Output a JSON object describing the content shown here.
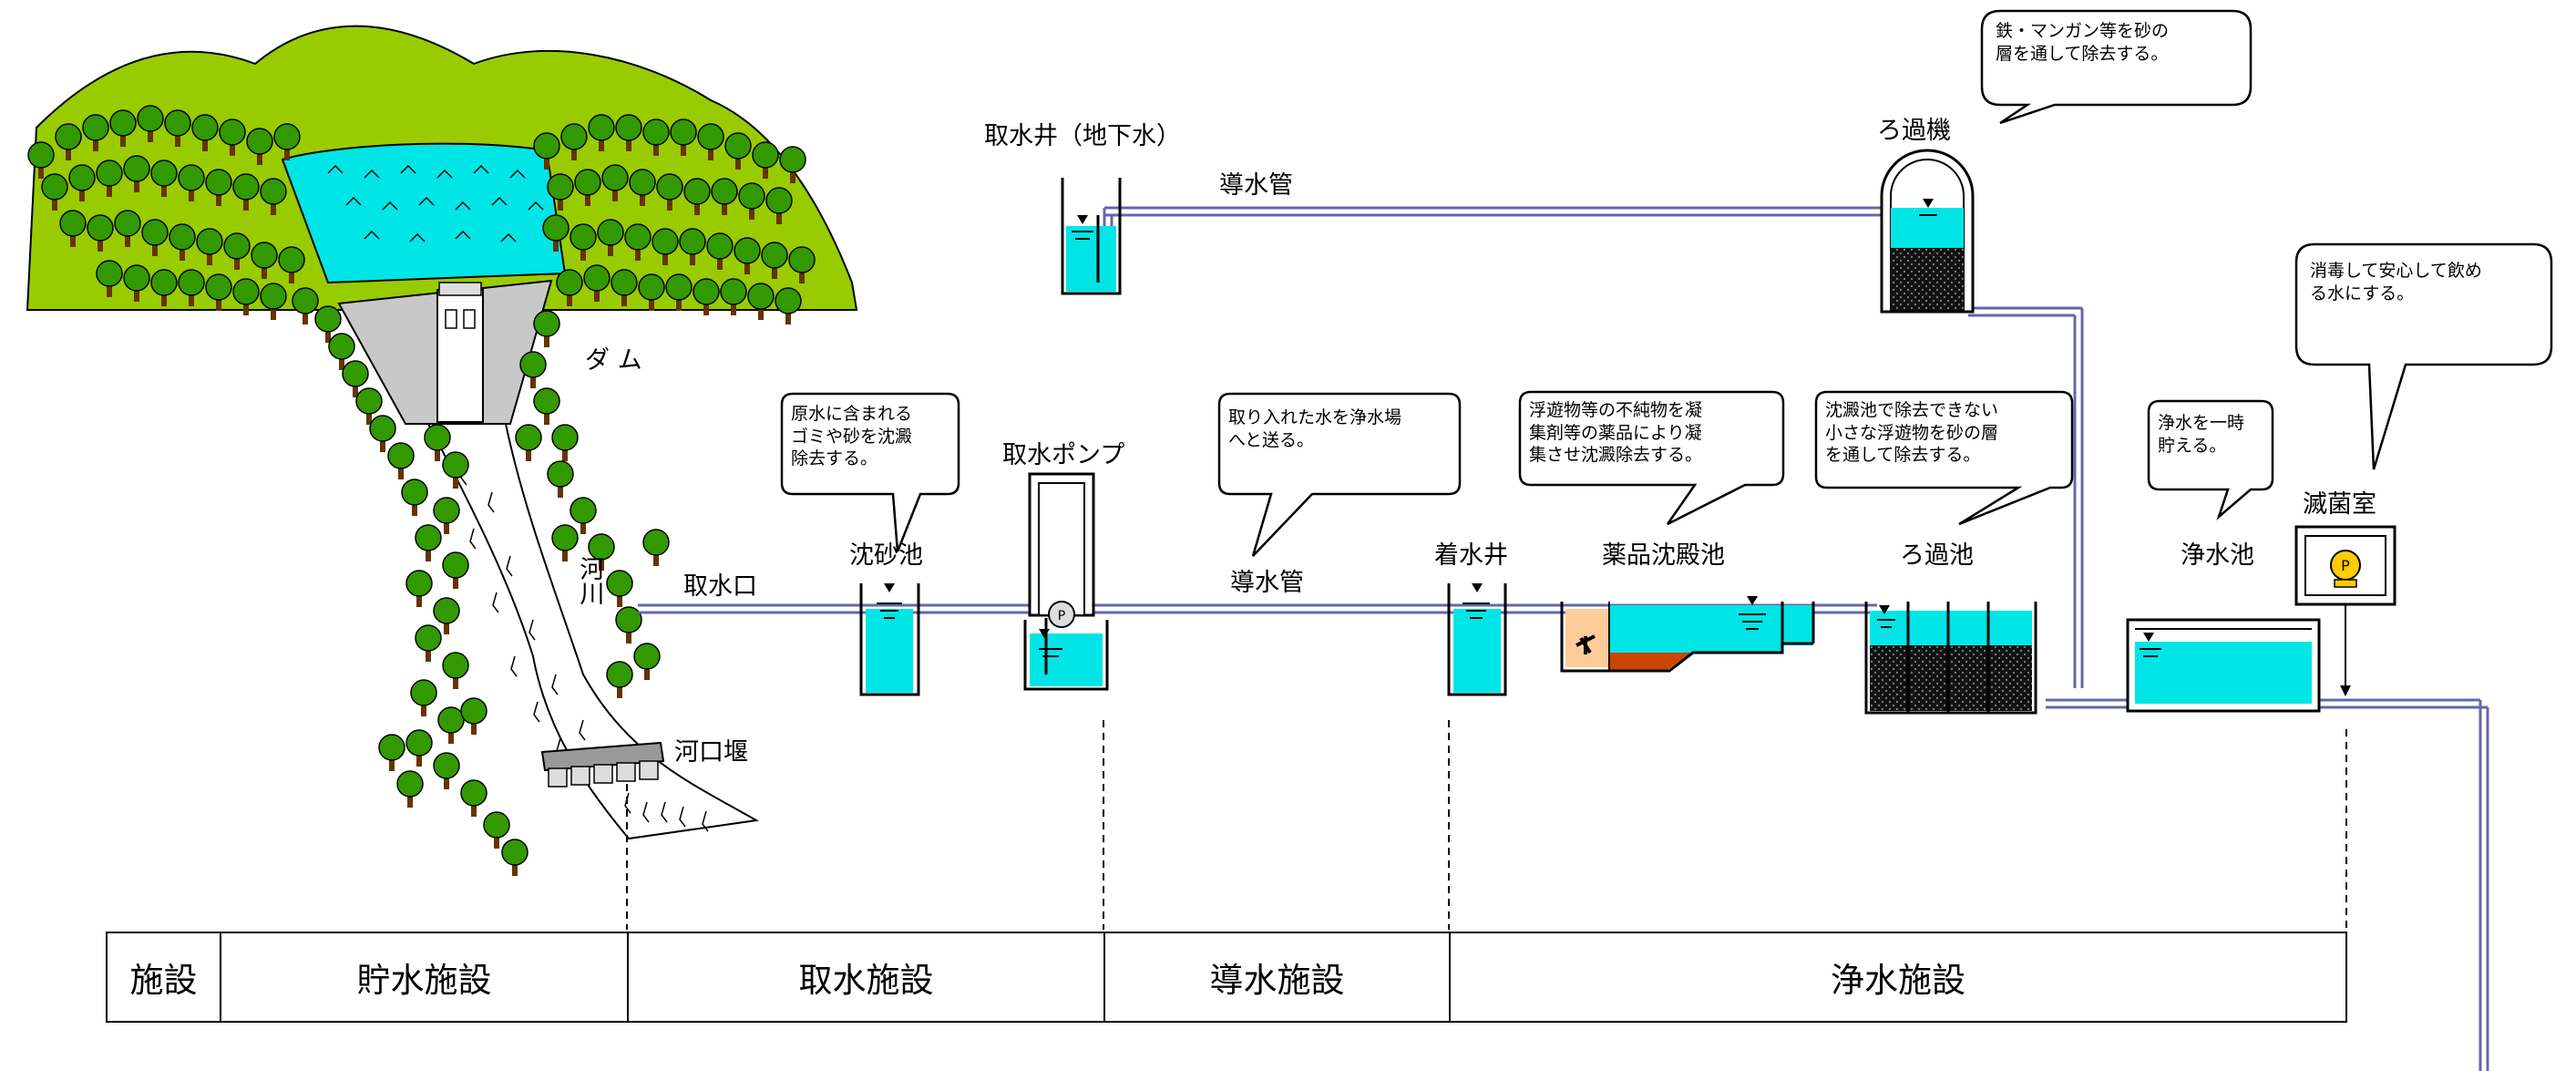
{
  "labels": {
    "dam": "ダ ム",
    "river": "河川",
    "intake": "取水口",
    "weir": "河口堰",
    "sand_basin": "沈砂池",
    "intake_pump": "取水ポンプ",
    "conduit_lower": "導水管",
    "conduit_upper": "導水管",
    "well": "取水井（地下水）",
    "receiving_well": "着水井",
    "sedimentation": "薬品沈殿池",
    "filter_basin": "ろ過池",
    "filter_machine": "ろ過機",
    "clear_well": "浄水池",
    "disinfection": "滅菌室",
    "pump_symbol": "P"
  },
  "bubbles": {
    "sand": "原水に含まれる\nゴミや砂を沈澱\n除去する。",
    "conduit": "取り入れた水を浄水場\nへと送る。",
    "sedimentation": "浮遊物等の不純物を凝\n集剤等の薬品により凝\n集させ沈澱除去する。",
    "filter_basin": "沈澱池で除去できない\n小さな浮遊物を砂の層\nを通して除去する。",
    "clear_well": "浄水を一時\n貯える。",
    "disinfection": "消毒して安心して飲め\nる水にする。",
    "filter_machine": "鉄・マンガン等を砂の\n層を通して除去する。"
  },
  "table": {
    "header": "施設",
    "cells": [
      "貯水施設",
      "取水施設",
      "導水施設",
      "浄水施設"
    ]
  },
  "colors": {
    "water": "#00e5e5",
    "forest": "#99cc00",
    "tree": "#339900",
    "pipe": "#6666aa",
    "sludge": "#cc4400"
  }
}
